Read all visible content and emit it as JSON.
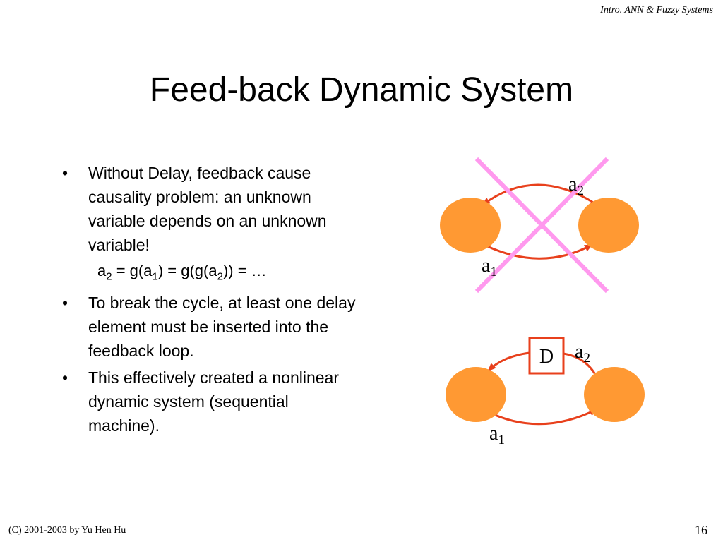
{
  "header_note": "Intro. ANN & Fuzzy Systems",
  "title": "Feed-back Dynamic System",
  "bullets": [
    "Without Delay, feedback cause causality problem: an unknown variable depends on an unknown variable!",
    "To break the cycle, at least one delay element must be inserted into the feedback loop.",
    "This effectively created a nonlinear dynamic system (sequential machine)."
  ],
  "formula": {
    "a": "a",
    "sub2": "2",
    "sub1": "1",
    "eq1": " = g(",
    "eq2": ") = g(g(",
    "eq3": ")) = …"
  },
  "diagram_top": {
    "label_a": "a",
    "label_2": "2",
    "label_1": "1"
  },
  "diagram_bottom": {
    "delay": "D",
    "label_a": "a",
    "label_2": "2",
    "label_1": "1"
  },
  "colors": {
    "node": "#FF9933",
    "arrow": "#E8401C",
    "cross": "#FF99EE"
  },
  "footer": {
    "copyright": "(C) 2001-2003 by Yu Hen Hu",
    "page": "16"
  }
}
